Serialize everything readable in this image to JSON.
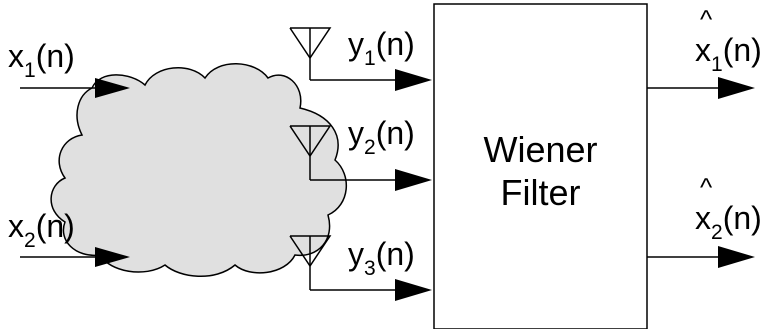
{
  "colors": {
    "cloud_fill": "#e0e0e0",
    "stroke": "#000000",
    "background": "#ffffff"
  },
  "inputs": [
    {
      "base": "x",
      "sub": "1",
      "arg": "(n)"
    },
    {
      "base": "x",
      "sub": "2",
      "arg": "(n)"
    }
  ],
  "sensors": [
    {
      "base": "y",
      "sub": "1",
      "arg": "(n)"
    },
    {
      "base": "y",
      "sub": "2",
      "arg": "(n)"
    },
    {
      "base": "y",
      "sub": "3",
      "arg": "(n)"
    }
  ],
  "filter": {
    "line1": "Wiener",
    "line2": "Filter"
  },
  "outputs": [
    {
      "hat": "^",
      "base": "x",
      "sub": "1",
      "arg": "(n)"
    },
    {
      "hat": "^",
      "base": "x",
      "sub": "2",
      "arg": "(n)"
    }
  ],
  "icons": {
    "channel": "mixing-cloud",
    "sensor": "antenna-icon",
    "arrow": "arrow-head-icon"
  }
}
